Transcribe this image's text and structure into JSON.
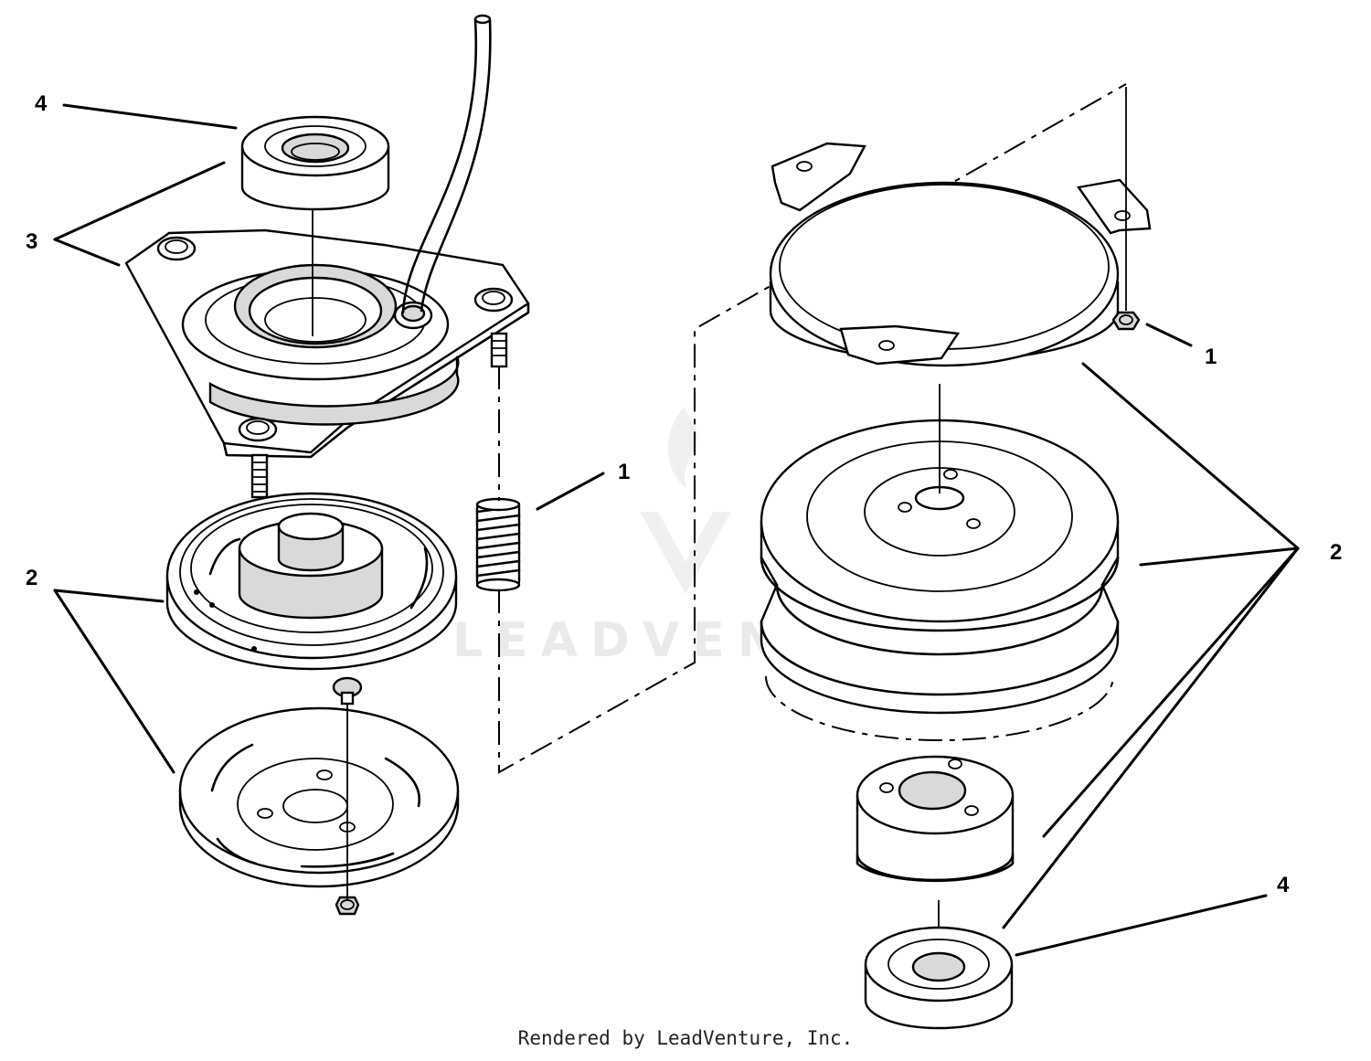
{
  "callouts": {
    "left_4": "4",
    "left_3": "3",
    "left_2": "2",
    "left_1": "1",
    "right_1": "1",
    "right_2": "2",
    "right_4": "4"
  },
  "watermark": "LEADVENTURE",
  "footer": "Rendered by LeadVenture, Inc."
}
